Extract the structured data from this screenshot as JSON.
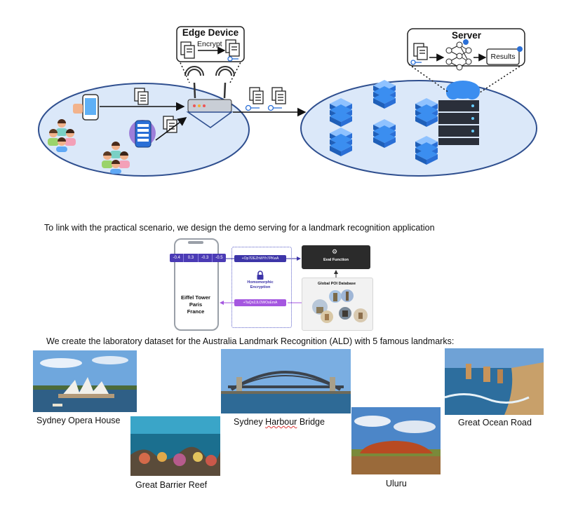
{
  "architecture": {
    "edge_title": "Edge Device",
    "encrypt_label": "Encrypt",
    "server_title": "Server",
    "results_label": "Results"
  },
  "intro_sentence": "To link with the practical scenario, we design the demo serving for a landmark recognition application",
  "demo": {
    "vector": [
      "-0.4",
      "0.3",
      "-0.3",
      "-0.5"
    ],
    "cipher_out": "+Op7l2EZhWYh7PKwA",
    "cipher_in": "+TaQn2JLOWOsEmA",
    "he_line1": "Homomorphic",
    "he_line2": "Encryption",
    "eval_label": "Eval Function",
    "db_label": "Global POI Database",
    "result_line1": "Eiffel Tower",
    "result_line2": "Paris",
    "result_line3": "France"
  },
  "dataset_sentence": "We create the laboratory dataset for the Australia Landmark Recognition (ALD) with 5 famous landmarks:",
  "landmarks": {
    "opera": "Sydney Opera House",
    "reef": "Great Barrier Reef",
    "bridge_a": "Sydney ",
    "bridge_b": "Harbour",
    "bridge_c": " Bridge",
    "uluru": "Uluru",
    "ocean": "Great Ocean Road"
  },
  "colors": {
    "ellipse_fill": "#dbe8f9",
    "ellipse_stroke": "#2f4f8f",
    "server_blue": "#2a6fd6",
    "demo_purple": "#4b3bb5",
    "demo_violet": "#a557e0",
    "eval_dark": "#2b2b2b"
  }
}
